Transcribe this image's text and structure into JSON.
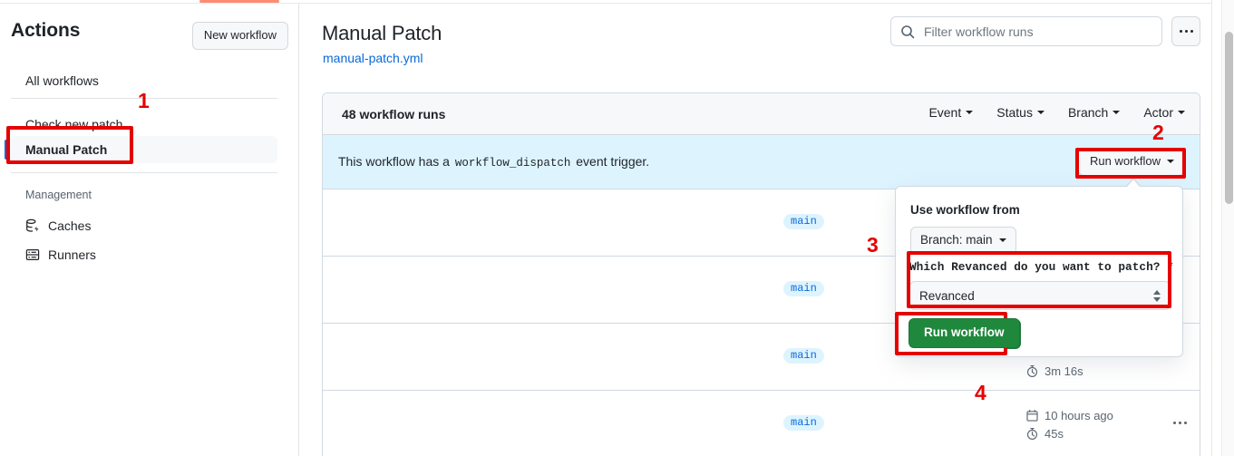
{
  "sidebar": {
    "title": "Actions",
    "new_workflow_label": "New workflow",
    "items": [
      {
        "label": "All workflows",
        "selected": false
      },
      {
        "label": "Check new patch",
        "selected": false
      },
      {
        "label": "Manual Patch",
        "selected": true
      }
    ],
    "section_label": "Management",
    "management": [
      {
        "label": "Caches",
        "icon": "cache-icon"
      },
      {
        "label": "Runners",
        "icon": "runners-icon"
      }
    ]
  },
  "header": {
    "workflow_title": "Manual Patch",
    "workflow_file": "manual-patch.yml"
  },
  "search": {
    "placeholder": "Filter workflow runs",
    "value": "",
    "icon": "search-icon"
  },
  "overflow_menu": {
    "icon": "kebab-icon"
  },
  "runs": {
    "count_label": "48 workflow runs",
    "filters": [
      {
        "label": "Event"
      },
      {
        "label": "Status"
      },
      {
        "label": "Branch"
      },
      {
        "label": "Actor"
      }
    ],
    "dispatch_banner": {
      "text_before": "This workflow has a",
      "code": "workflow_dispatch",
      "text_after": "event trigger.",
      "run_button_label": "Run workflow"
    },
    "rows": [
      {
        "branch": "main",
        "time": "",
        "duration": ""
      },
      {
        "branch": "main",
        "time": "",
        "duration": ""
      },
      {
        "branch": "main",
        "time": "",
        "duration": "3m 16s"
      },
      {
        "branch": "main",
        "time": "10 hours ago",
        "duration": "45s"
      }
    ]
  },
  "dropdown": {
    "use_workflow_from_label": "Use workflow from",
    "branch_selector_label": "Branch: main",
    "input_label": "Which Revanced do you want to patch?",
    "required_marker": "*",
    "select_value": "Revanced",
    "run_button_label": "Run workflow"
  },
  "annotations": [
    {
      "id": "1",
      "number": "1",
      "target": "sidebar-item-manual-patch"
    },
    {
      "id": "2",
      "number": "2",
      "target": "run-workflow-dropdown-button"
    },
    {
      "id": "3",
      "number": "3",
      "target": "revanced-select-field"
    },
    {
      "id": "4",
      "number": "4",
      "target": "run-workflow-submit-button"
    }
  ],
  "colors": {
    "accent_blue": "#0969da",
    "green": "#1f883d",
    "annotation_red": "#e60000",
    "banner_blue": "#ddf4ff",
    "tab_orange": "#fd8c73"
  }
}
